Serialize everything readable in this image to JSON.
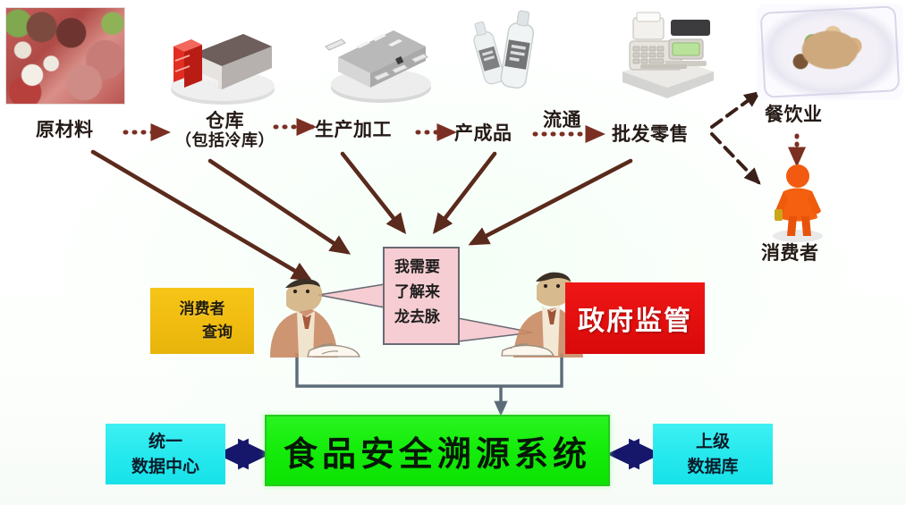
{
  "diagram": {
    "title": "食品安全溯源系统",
    "supply_chain": [
      {
        "id": "raw-material",
        "label": "原材料",
        "label2": "",
        "icon": "raw-food-photo"
      },
      {
        "id": "warehouse",
        "label": "仓库",
        "label2": "（包括冷库）",
        "icon": "warehouse-icon"
      },
      {
        "id": "production",
        "label": "生产加工",
        "label2": "",
        "icon": "factory-icon"
      },
      {
        "id": "finished-goods",
        "label": "产成品",
        "label2": "",
        "icon": "bottles-icon"
      },
      {
        "id": "wholesale",
        "label": "批发零售",
        "label2": "",
        "icon": "cash-register-icon"
      }
    ],
    "flow_label": "流通",
    "outlets": [
      {
        "id": "catering",
        "label": "餐饮业",
        "icon": "dish-photo"
      },
      {
        "id": "consumer",
        "label": "消费者",
        "icon": "consumer-figure-icon"
      }
    ],
    "speech_bubble": {
      "line1": "我需要",
      "line2": "了解来",
      "line3": "龙去脉"
    },
    "actors": {
      "consumer_query": {
        "line1": "消费者",
        "line2": "查询",
        "icon": "businessman-left-icon"
      },
      "government": {
        "label": "政府监管",
        "icon": "businessman-right-icon"
      }
    },
    "system": {
      "label": "食品安全溯源系统"
    },
    "databases": [
      {
        "id": "unified-data-center",
        "line1": "统一",
        "line2": "数据中心"
      },
      {
        "id": "upper-database",
        "line1": "上级",
        "line2": "数据库"
      }
    ],
    "colors": {
      "yellow_box": "#f0bc10",
      "red_box": "#e30f0f",
      "green_box": "#17ee0d",
      "cyan_box": "#26e9ee",
      "bubble_pink": "#f6cdd2",
      "dotted_arrow": "#7a2f22",
      "solid_arrow": "#5a2a1c",
      "navy_arrow": "#1a1a6e",
      "connector": "#5c6b78"
    }
  }
}
